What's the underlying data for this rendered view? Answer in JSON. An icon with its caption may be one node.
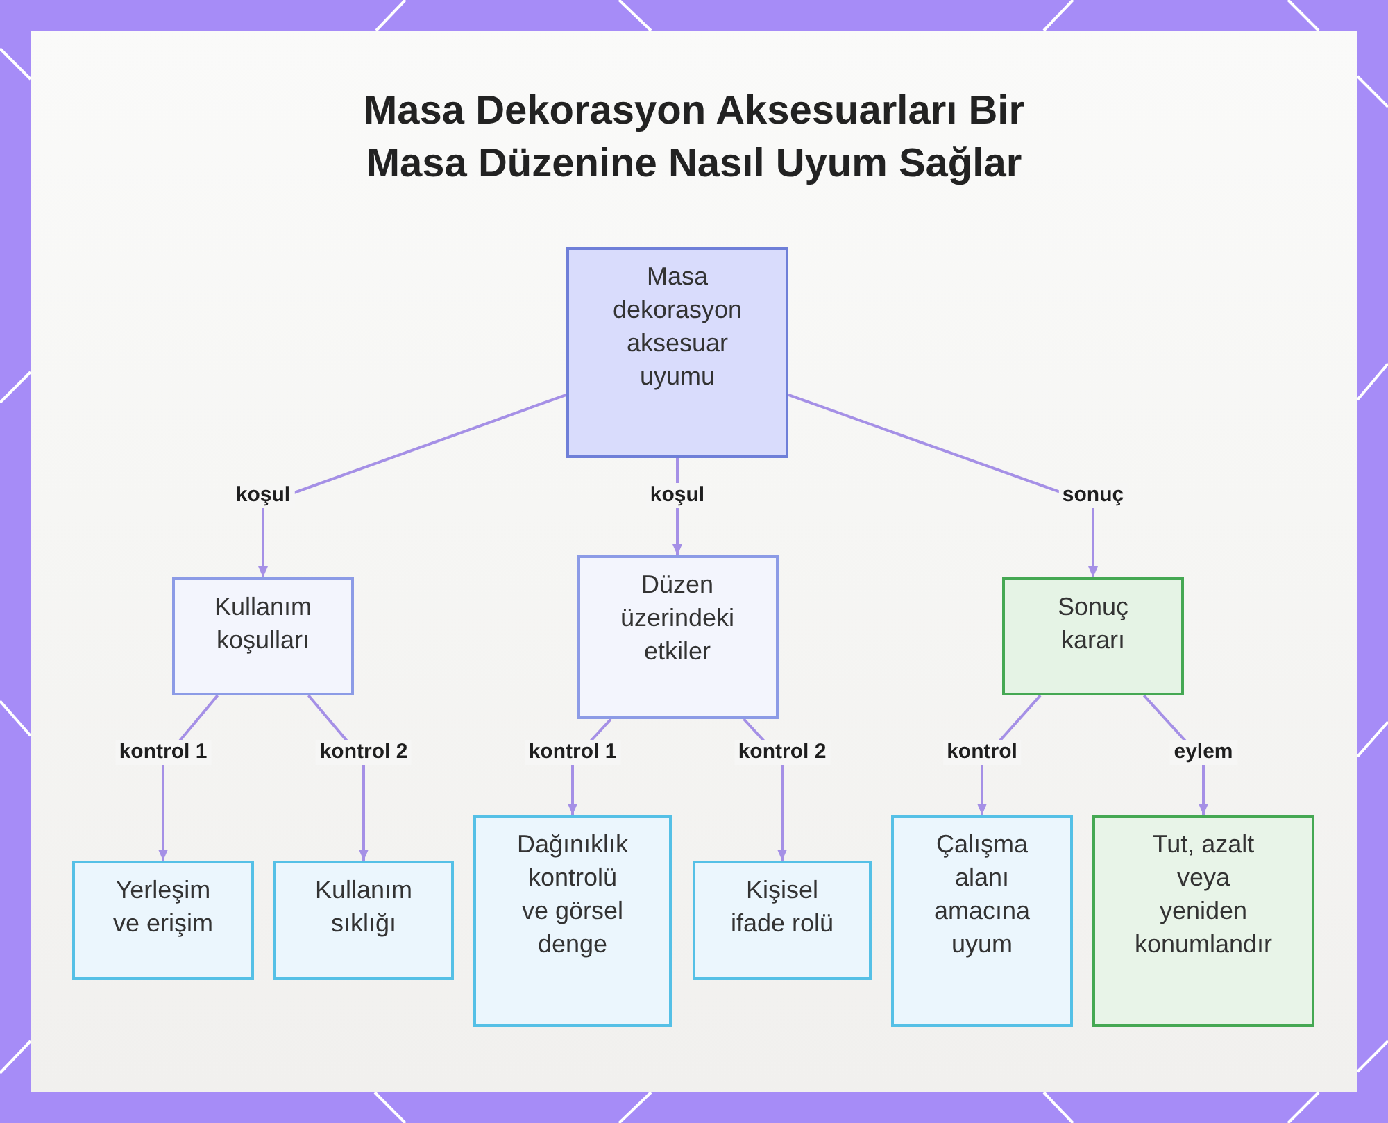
{
  "diagram": {
    "title": "Masa Dekorasyon Aksesuarları Bir Masa Düzenine Nasıl Uyum Sağlar",
    "nodes": [
      {
        "text": [
          "Masa dekorasyon aksesuar uyumu"
        ]
      },
      {
        "text": [
          "Kullanım koşulları"
        ]
      },
      {
        "text": [
          "Düzen üzerindeki etkiler"
        ]
      },
      {
        "text": [
          "Sonuç kararı"
        ]
      },
      {
        "text": [
          "Yerleşim ve erişim"
        ]
      },
      {
        "text": [
          "Kullanım sıklığı"
        ]
      },
      {
        "text": [
          "Dağınıklık kontrolü ve görsel denge"
        ]
      },
      {
        "text": [
          "Kişisel ifade rolü"
        ]
      },
      {
        "text": [
          "Çalışma alanı amacına uyum"
        ]
      },
      {
        "text": [
          "Tut, azalt veya yeniden konumlandır"
        ]
      }
    ],
    "edges": [
      {
        "from": 0,
        "to": 1,
        "arrow": "to",
        "label": "koşul"
      },
      {
        "from": 0,
        "to": 2,
        "arrow": "to",
        "label": "koşul"
      },
      {
        "from": 0,
        "to": 3,
        "arrow": "to",
        "label": "sonuç"
      },
      {
        "from": 1,
        "to": 4,
        "arrow": "to",
        "label": "kontrol 1"
      },
      {
        "from": 1,
        "to": 5,
        "arrow": "to",
        "label": "kontrol 2"
      },
      {
        "from": 2,
        "to": 6,
        "arrow": "to",
        "label": "kontrol 1"
      },
      {
        "from": 2,
        "to": 7,
        "arrow": "to",
        "label": "kontrol 2"
      },
      {
        "from": 3,
        "to": 8,
        "arrow": "to",
        "label": "kontrol"
      },
      {
        "from": 3,
        "to": 9,
        "arrow": "to",
        "label": "eylem"
      }
    ]
  }
}
